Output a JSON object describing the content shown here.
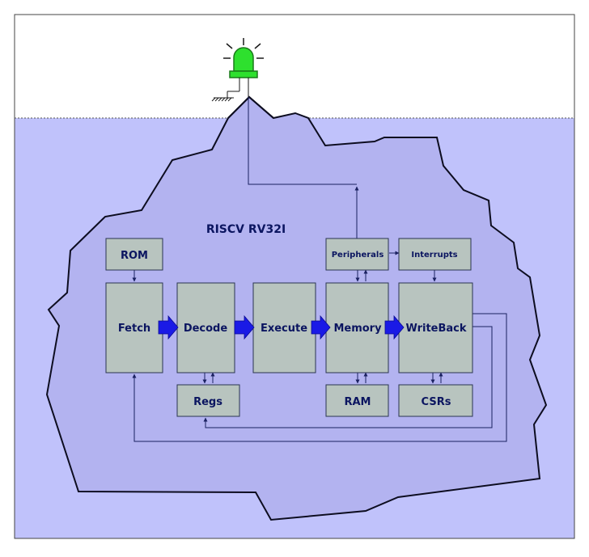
{
  "diagram": {
    "title": "RISCV RV32I",
    "blocks": {
      "rom": "ROM",
      "fetch": "Fetch",
      "decode": "Decode",
      "execute": "Execute",
      "memory": "Memory",
      "writeback": "WriteBack",
      "regs": "Regs",
      "ram": "RAM",
      "csrs": "CSRs",
      "peripherals": "Peripherals",
      "interrupts": "Interrupts"
    },
    "colors": {
      "water": "#c0c2fb",
      "iceberg": "#b3b3f0",
      "tip": "#eaeaea",
      "block": "#b8c4bf",
      "stage_arrow": "#1a1ae6",
      "led": "#2ee02e",
      "text": "#0b1560"
    },
    "icons": [
      "led-icon",
      "ground-icon"
    ]
  }
}
